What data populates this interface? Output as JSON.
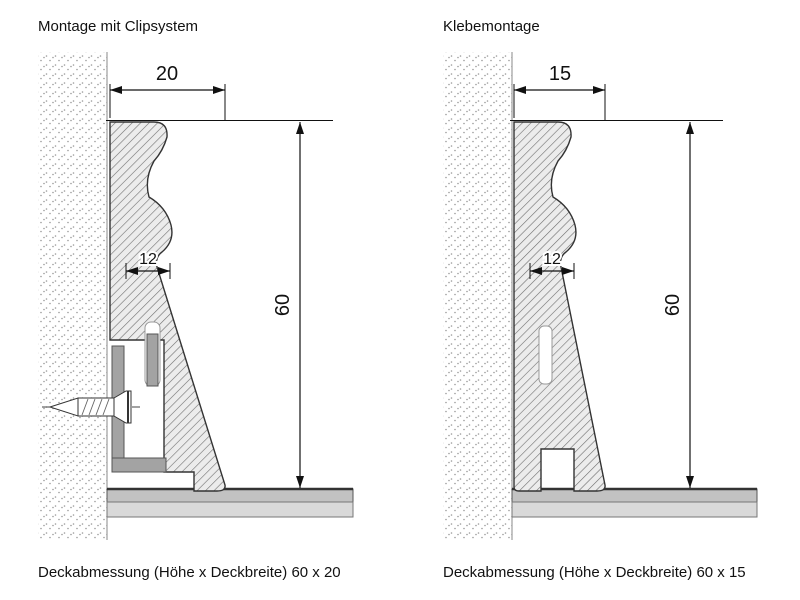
{
  "panels": {
    "left": {
      "title": "Montage mit Clipsystem",
      "caption": "Deckabmessung (Höhe x Deckbreite) 60 x 20",
      "dims": {
        "width": "20",
        "height": "60",
        "inner": "12"
      }
    },
    "right": {
      "title": "Klebemontage",
      "caption": "Deckabmessung (Höhe x Deckbreite) 60 x 15",
      "dims": {
        "width": "15",
        "height": "60",
        "inner": "12"
      }
    }
  },
  "colors": {
    "line": "#111111",
    "hatch_line": "#6f6f6f",
    "profile_fill": "#ececec",
    "wall_dot": "#9b9b9b",
    "floor_top": "#c2c2c2",
    "floor_bottom": "#d9d9d9",
    "clip": "#a3a3a3"
  }
}
